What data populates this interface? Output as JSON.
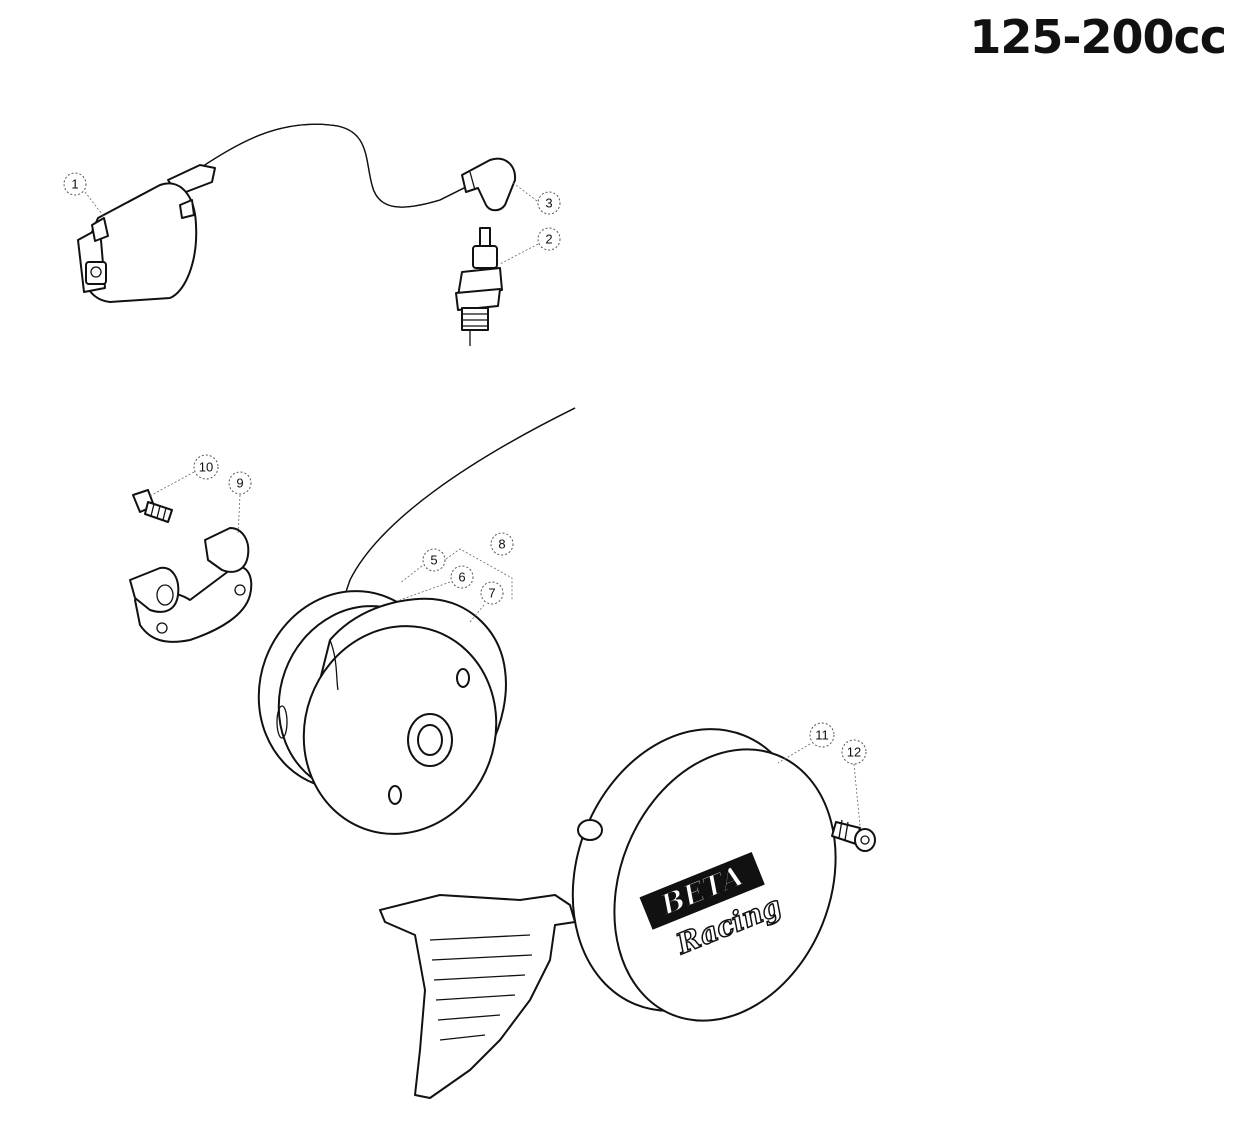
{
  "title": "125-200cc",
  "callouts": [
    "1",
    "2",
    "3",
    "5",
    "6",
    "7",
    "8",
    "9",
    "10",
    "11",
    "12"
  ],
  "cover_logo": {
    "line1": "BETA",
    "line2": "Racing"
  }
}
